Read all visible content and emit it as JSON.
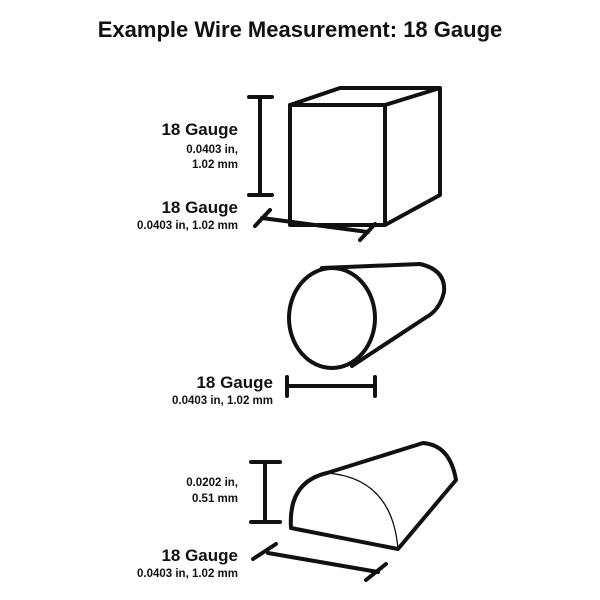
{
  "title": "Example Wire Measurement: 18 Gauge",
  "square": {
    "height_gauge": "18 Gauge",
    "height_in": "0.0403 in,",
    "height_mm": "1.02 mm",
    "width_gauge": "18 Gauge",
    "width_value": "0.0403 in, 1.02 mm"
  },
  "round": {
    "width_gauge": "18 Gauge",
    "width_value": "0.0403 in, 1.02 mm"
  },
  "half_round": {
    "height_in": "0.0202 in,",
    "height_mm": "0.51 mm",
    "width_gauge": "18 Gauge",
    "width_value": "0.0403 in, 1.02 mm"
  }
}
